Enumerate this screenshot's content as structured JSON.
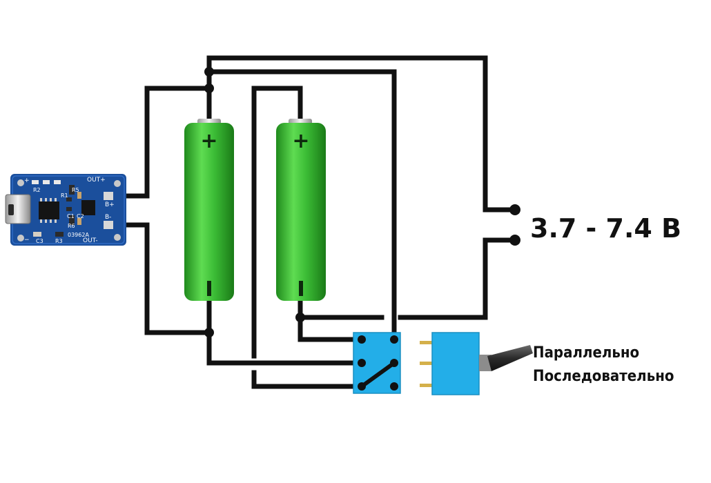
{
  "output_voltage": "3.7 - 7.4 В",
  "switch_labels": {
    "parallel": "Параллельно",
    "series": "Последовательно"
  },
  "battery": {
    "positive_sign": "+",
    "negative_sign": "I"
  },
  "charger_board": {
    "labels": {
      "plus": "+",
      "minus": "−",
      "out_plus": "OUT+",
      "out_minus": "OUT-",
      "b_plus": "B+",
      "b_minus": "B-",
      "r1": "R1",
      "r2": "R2",
      "r3": "R3",
      "r5": "R5",
      "r6": "R6",
      "c1": "C1",
      "c2": "C2",
      "c3": "C3",
      "model": "03962A"
    }
  },
  "colors": {
    "wire": "#111111",
    "battery_green": "#3fc23a",
    "pcb_blue": "#1b4f9c",
    "switch_blue": "#23aee8"
  }
}
